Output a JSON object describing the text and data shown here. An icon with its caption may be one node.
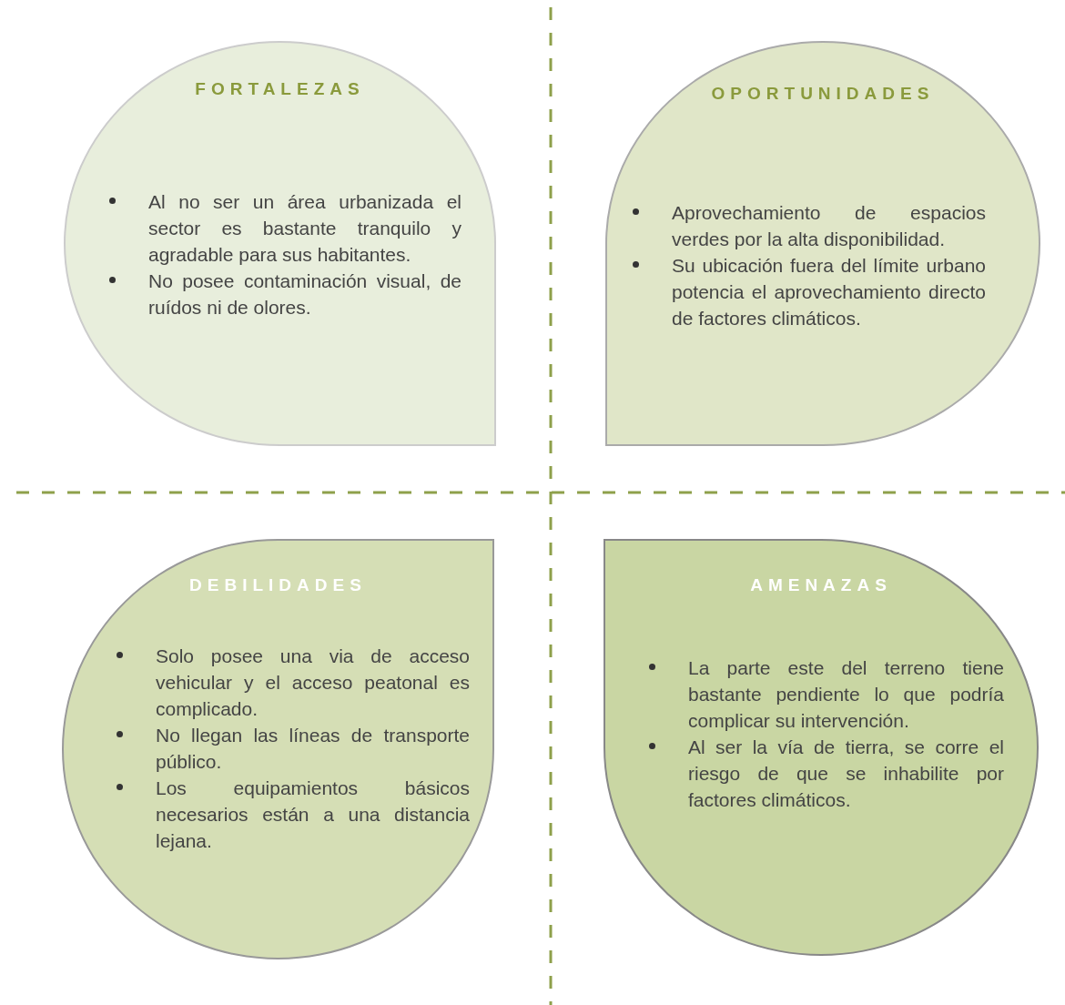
{
  "diagram": {
    "nodes": [
      {
        "text": [
          "FORTALEZAS",
          "Al no ser un área urbanizada el sector es bastante tranquilo y agradable para sus habitantes.",
          "No posee contaminación visual, de ruídos ni de olores."
        ]
      },
      {
        "text": [
          "OPORTUNIDADES",
          "Aprovechamiento de espacios verdes por la alta disponibilidad.",
          "Su ubicación fuera del límite urbano potencia el aprovechamiento directo de factores climáticos."
        ]
      },
      {
        "text": [
          "DEBILIDADES",
          "Solo posee una via de acceso vehicular y el acceso peatonal es complicado.",
          "No llegan las líneas de transporte público.",
          "Los equipamientos básicos necesarios están a una distancia lejana."
        ]
      },
      {
        "text": [
          "AMENAZAS",
          "La parte este del terreno tiene bastante pendiente lo que podría complicar su intervención.",
          "Al ser la vía de tierra, se corre el riesgo de que se inhabilite por factores climáticos."
        ]
      }
    ]
  }
}
